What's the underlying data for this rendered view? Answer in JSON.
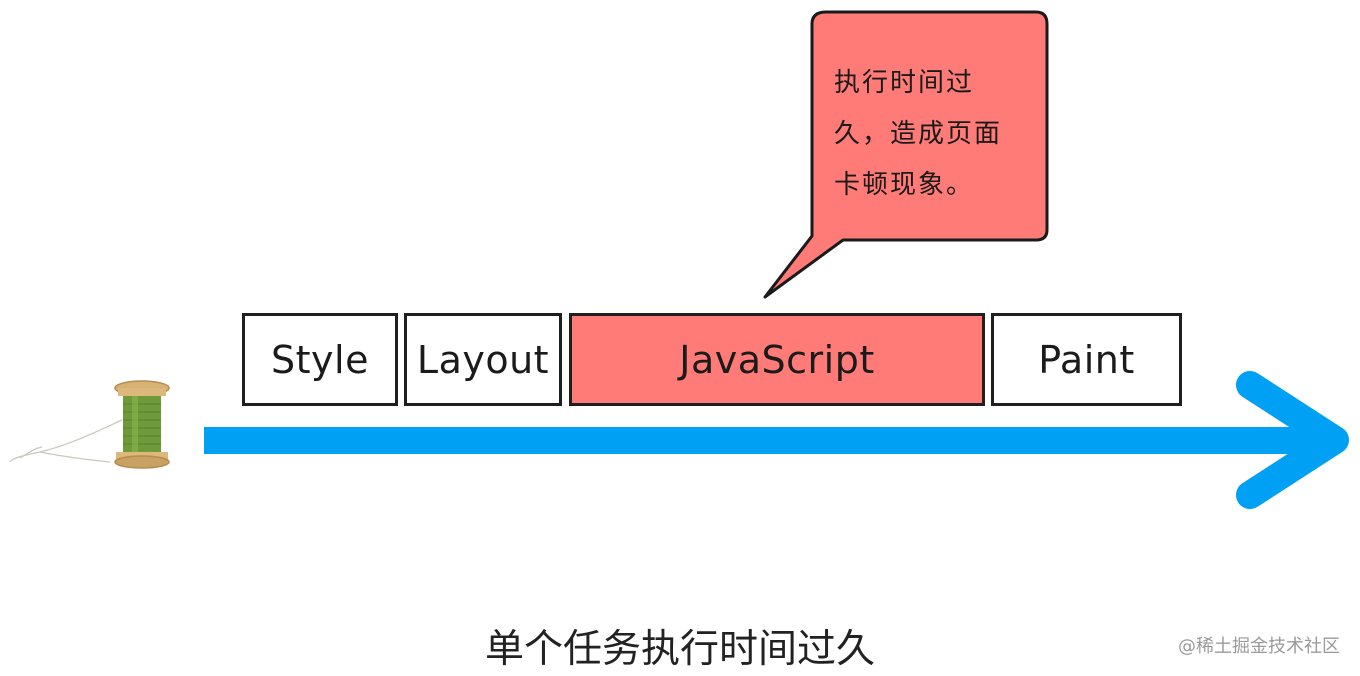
{
  "bubble": {
    "lines": [
      "执行时间过",
      "久，造成页面",
      "卡顿现象。"
    ]
  },
  "tasks": [
    {
      "label": "Style"
    },
    {
      "label": "Layout"
    },
    {
      "label": "JavaScript"
    },
    {
      "label": "Paint"
    }
  ],
  "caption": "单个任务执行时间过久",
  "watermark": "@稀土掘金技术社区",
  "colors": {
    "arrow": "#00a0f5",
    "highlight": "#ff7b78",
    "bubble": "#ff7b78",
    "border": "#1f1f1f"
  }
}
